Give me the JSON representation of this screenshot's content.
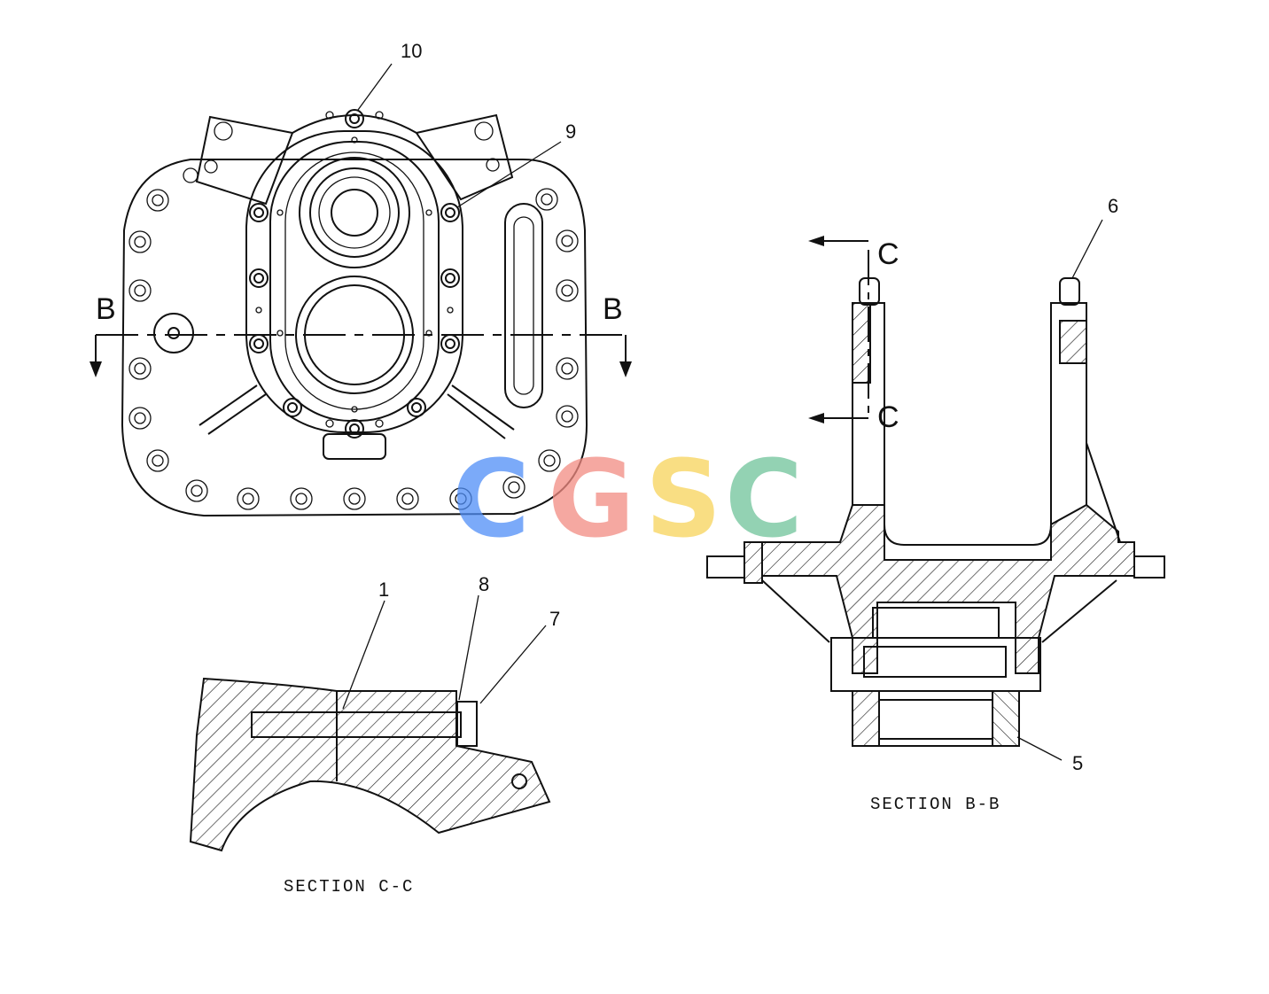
{
  "callouts": {
    "c10": "10",
    "c9": "9",
    "c6": "6",
    "c1": "1",
    "c8": "8",
    "c7": "7",
    "c5": "5"
  },
  "section_marks": {
    "b_left": "B",
    "b_right": "B",
    "c_top": "C",
    "c_bottom": "C"
  },
  "captions": {
    "section_cc": "SECTION C-C",
    "section_bb": "SECTION B-B"
  },
  "watermark": {
    "letters": [
      "C",
      "G",
      "S",
      "C"
    ],
    "colors": [
      "#4f8ef7",
      "#f28b82",
      "#f7d35a",
      "#6fc39a"
    ]
  }
}
